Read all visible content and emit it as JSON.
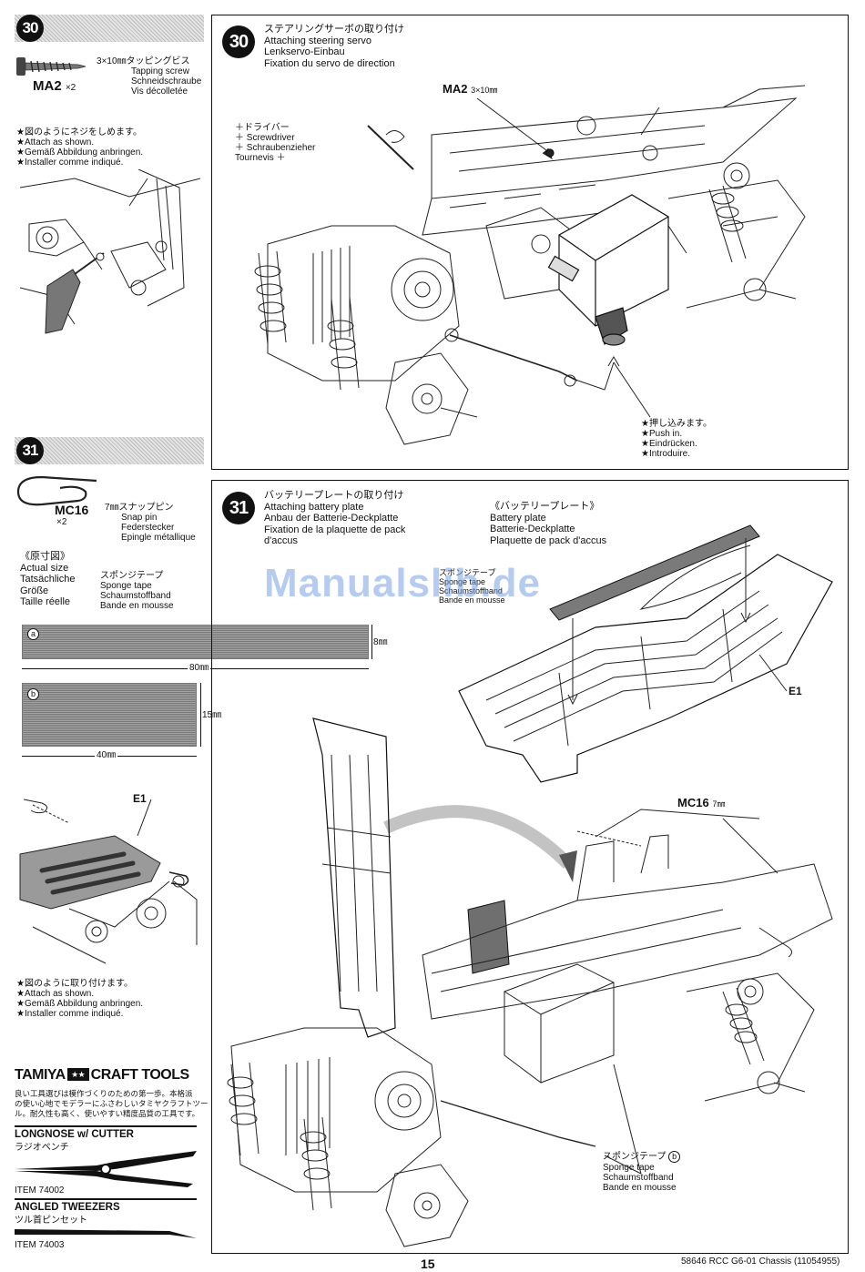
{
  "left": {
    "step30": {
      "number": "30",
      "part_code": "MA2",
      "qty": "×2",
      "desc": [
        "3×10㎜タッピングビス",
        "Tapping screw",
        "Schneidschraube",
        "Vis décolletée"
      ],
      "instr": [
        "★図のようにネジをしめます。",
        "★Attach as shown.",
        "★Gemäß Abbildung anbringen.",
        "★Installer comme indiqué."
      ]
    },
    "step31": {
      "number": "31",
      "part_code": "MC16",
      "qty": "×2",
      "desc": [
        "7㎜スナップピン",
        "Snap pin",
        "Federstecker",
        "Epingle métallique"
      ],
      "actual_size": [
        "《原寸図》",
        "Actual size",
        "Tatsächliche",
        "Größe",
        "Taille réelle"
      ],
      "sponge": [
        "スポンジテープ",
        "Sponge tape",
        "Schaumstoffband",
        "Bande en mousse"
      ],
      "tape_a": {
        "label": "a",
        "width": "80㎜",
        "height": "8㎜"
      },
      "tape_b": {
        "label": "b",
        "width": "40㎜",
        "height": "15㎜"
      },
      "part_e1": "E1",
      "instr": [
        "★図のように取り付けます。",
        "★Attach as shown.",
        "★Gemäß Abbildung anbringen.",
        "★Installer comme indiqué."
      ]
    },
    "tools": {
      "brand": "TAMIYA",
      "title": "CRAFT TOOLS",
      "intro": [
        "良い工具選びは模作づくりのための第一歩。本格派",
        "の使い心地でモデラーにふさわしいタミヤクラフトツー",
        "ル。耐久性も高く、使いやすい精度品質の工具です。"
      ],
      "tool1": {
        "name": "LONGNOSE w/ CUTTER",
        "jp": "ラジオペンチ",
        "item": "ITEM 74002"
      },
      "tool2": {
        "name": "ANGLED TWEEZERS",
        "jp": "ツル首ピンセット",
        "item": "ITEM 74003"
      }
    }
  },
  "panel30": {
    "number": "30",
    "title": [
      "ステアリングサーボの取り付け",
      "Attaching steering servo",
      "Lenkservo-Einbau",
      "Fixation du servo de direction"
    ],
    "driver": [
      "＋ドライバー",
      "＋ Screwdriver",
      "＋ Schraubenzieher",
      "Tournevis ＋"
    ],
    "part_code": "MA2",
    "part_size": "3×10㎜",
    "push": [
      "★押し込みます。",
      "★Push in.",
      "★Eindrücken.",
      "★Introduire."
    ]
  },
  "panel31": {
    "number": "31",
    "title": [
      "バッテリープレートの取り付け",
      "Attaching battery plate",
      "Anbau der Batterie-Deckplatte",
      "Fixation de la plaquette de pack",
      "d'accus"
    ],
    "plate": [
      "《バッテリープレート》",
      "Battery plate",
      "Batterie-Deckplatte",
      "Plaquette de pack d'accus"
    ],
    "sponge_a": [
      "スポンジテープ",
      "Sponge tape",
      "Schaumstoffband",
      "Bande en mousse"
    ],
    "part_e1": "E1",
    "part_mc16": "MC16",
    "mc16_size": "7㎜",
    "sponge_b": [
      "スポンジテープ",
      "Sponge tape",
      "Schaumstoffband",
      "Bande en mousse"
    ],
    "sponge_b_label": "b"
  },
  "watermark": "Manualslib.de",
  "footer": {
    "page": "15",
    "code": "58646 RCC G6-01 Chassis (11054955)"
  }
}
